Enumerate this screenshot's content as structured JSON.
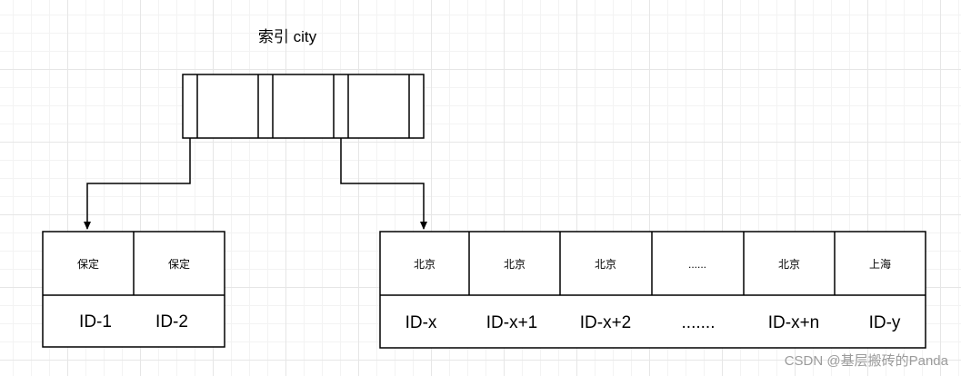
{
  "index_title": "索引 city",
  "leaves": [
    {
      "keys": [
        "保定",
        "保定"
      ],
      "ids": [
        "ID-1",
        "ID-2"
      ]
    },
    {
      "keys": [
        "北京",
        "北京",
        "北京",
        "......",
        "北京",
        "上海"
      ],
      "ids": [
        "ID-x",
        "ID-x+1",
        "ID-x+2",
        ".......",
        "ID-x+n",
        "ID-y"
      ]
    }
  ],
  "watermark": "CSDN @基层搬砖的Panda"
}
